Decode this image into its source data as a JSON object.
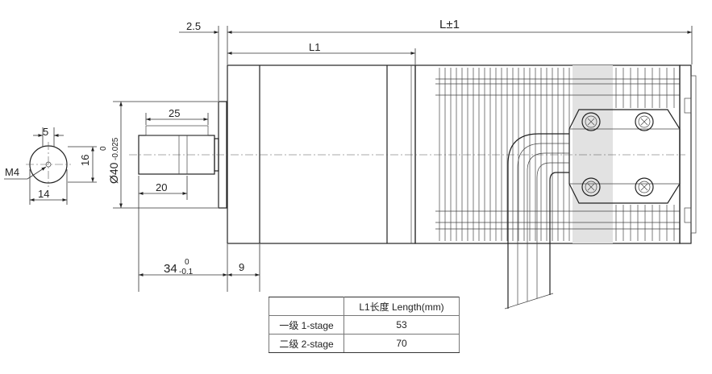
{
  "dimensions": {
    "overall_length": "L±1",
    "flange_gap": "2.5",
    "gearbox_length": "L1",
    "key_width": "5",
    "thread": "M4",
    "key_height": "16",
    "shaft_width": "14",
    "shaft_key_length": "25",
    "shaft_diameter": "Ø40",
    "shaft_diameter_tol_upper": "0",
    "shaft_diameter_tol_lower": "-0.025",
    "shaft_length": "20",
    "flange_length": "34",
    "flange_tol_upper": "0",
    "flange_tol_lower": "-0.1",
    "flange_step": "9"
  },
  "length_table": {
    "header": [
      "",
      "L1长度 Length(mm)"
    ],
    "rows": [
      {
        "stage": "一级 1-stage",
        "length": "53"
      },
      {
        "stage": "二级 2-stage",
        "length": "70"
      }
    ]
  },
  "colors": {
    "line": "#222222",
    "shading": "#e2e2e2"
  }
}
